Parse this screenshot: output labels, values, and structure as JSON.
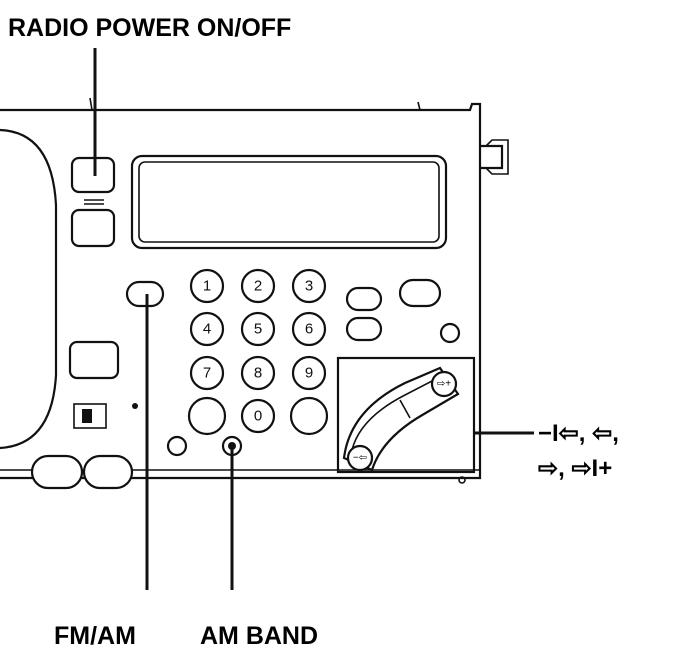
{
  "labels": {
    "radio_power": "RADIO POWER ON/OFF",
    "fm_am": "FM/AM",
    "am_band": "AM BAND",
    "tuning_line1": "−I⇦, ⇦,",
    "tuning_line2": "⇨, ⇨I+"
  },
  "keypad": [
    "1",
    "2",
    "3",
    "4",
    "5",
    "6",
    "7",
    "8",
    "9",
    "0"
  ]
}
